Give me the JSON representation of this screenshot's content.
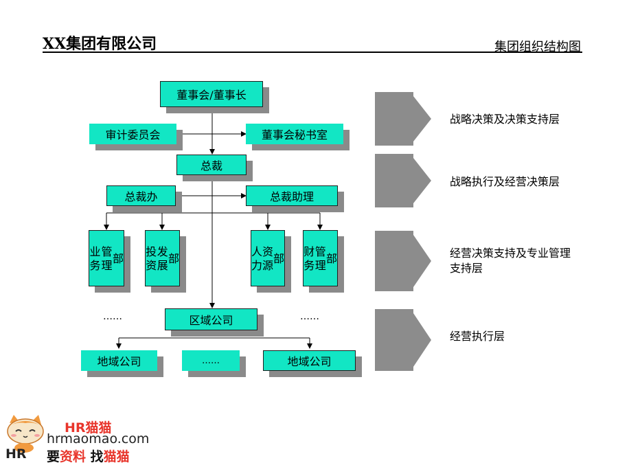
{
  "header": {
    "company": "XX集团有限公司",
    "title": "集团组织结构图"
  },
  "nodes": {
    "board": "董事会/董事长",
    "audit": "审计委员会",
    "secretary": "董事会秘书室",
    "president": "总裁",
    "office": "总裁办",
    "assistant": "总裁助理",
    "business_dept": [
      "业务",
      "管理",
      "部"
    ],
    "invest_dept": [
      "投资",
      "发展",
      "部"
    ],
    "hr_dept": [
      "人力",
      "资源",
      "部"
    ],
    "finance_dept": [
      "财务",
      "管理",
      "部"
    ],
    "regional": "区域公司",
    "local_left": "地域公司",
    "local_mid": "……",
    "local_right": "地域公司"
  },
  "ellipses": {
    "left": "……",
    "right": "……"
  },
  "layers": [
    "战略决策及决策支持层",
    "战略执行及经营决策层",
    "经营决策支持及专业管理支持层",
    "经营执行层"
  ],
  "logo": {
    "brand_prefix": "HR",
    "brand_suffix": "猫猫",
    "url": "hrmaomao.com",
    "slogan_a": "要",
    "slogan_b": "资料",
    "slogan_c": "找",
    "slogan_d": "猫猫",
    "mark": "HR"
  },
  "colors": {
    "node_fill": "#12e6c4",
    "shadow": "#8a8a8a",
    "arrow": "#8c8c8c",
    "logo_red": "#e8352b"
  }
}
